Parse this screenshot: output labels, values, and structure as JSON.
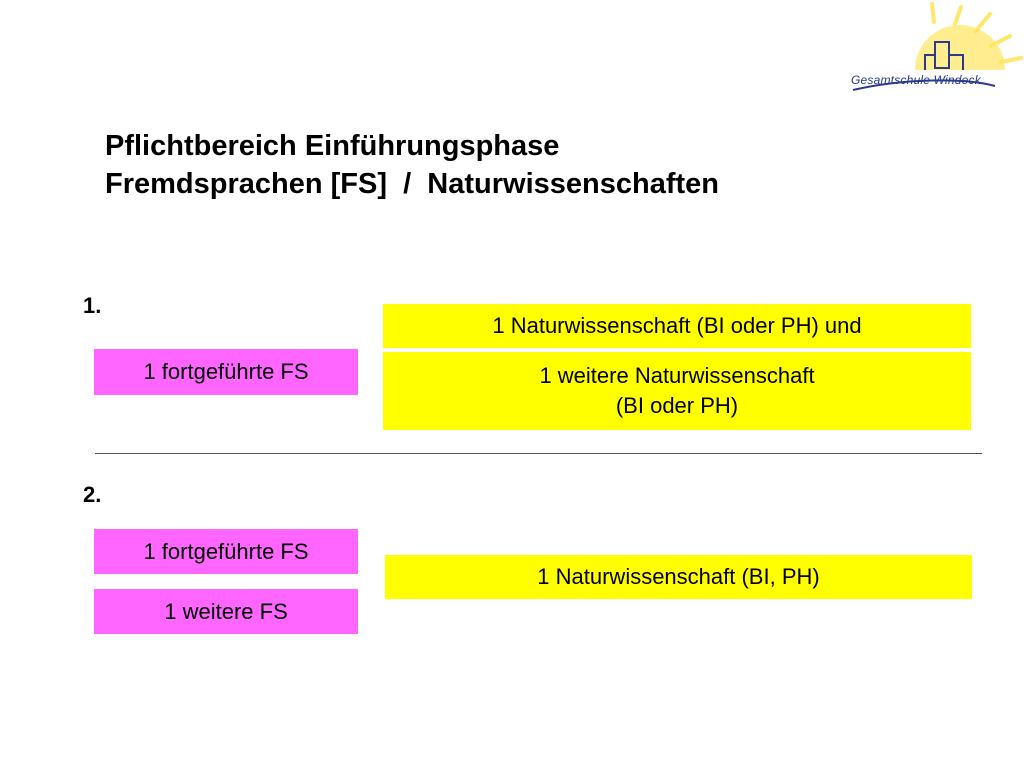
{
  "logo": {
    "text": "Gesamtschule Windeck"
  },
  "colors": {
    "pink": "#ff66ff",
    "yellow": "#ffff00",
    "logo_blue": "#2a3a8c",
    "sun": "#ffe76a"
  },
  "title": {
    "line1": "Pflichtbereich Einführungsphase",
    "line2": "Fremdsprachen [FS]  /  Naturwissenschaften"
  },
  "option1": {
    "number": "1.",
    "fs_box": "1 fortgeführte FS",
    "nw_box1": "1 Naturwissenschaft (BI oder PH) und",
    "nw_box2_line1": "1 weitere Naturwissenschaft",
    "nw_box2_line2": "(BI oder PH)"
  },
  "option2": {
    "number": "2.",
    "fs_box1": "1 fortgeführte FS",
    "fs_box2": "1 weitere FS",
    "nw_box": "1 Naturwissenschaft (BI, PH)"
  }
}
